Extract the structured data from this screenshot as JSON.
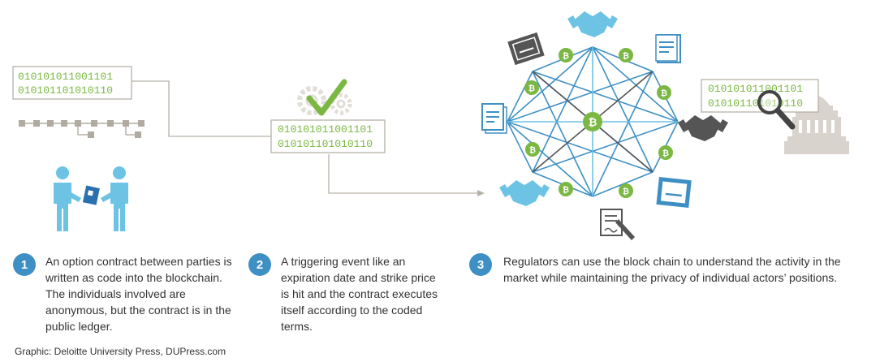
{
  "code_blocks": {
    "left": [
      "010101011001101",
      "010101101010110"
    ],
    "middle": [
      "010101011001101",
      "010101101010110"
    ],
    "right": [
      "010101011001101",
      "010101101010110"
    ]
  },
  "coin_symbol": "₿",
  "colors": {
    "blue": "#3d8fc4",
    "light_blue": "#6cc3e3",
    "green": "#7ab842",
    "gray": "#9a948a",
    "dark_gray": "#555555",
    "frame_gray": "#b7b0a7"
  },
  "icons": {
    "people": "two-people-exchanging-document-icon",
    "gears": "gears-with-check-icon",
    "network": "blockchain-network-icon",
    "government": "government-building-icon",
    "magnifier": "magnifying-glass-icon"
  },
  "steps": [
    {
      "number": "1",
      "text": "An option contract between parties is written as code into the blockchain. The individuals involved are anonymous, but the contract is in the public ledger."
    },
    {
      "number": "2",
      "text": "A triggering event like an expiration date and strike price is hit and the contract executes itself according to the coded terms."
    },
    {
      "number": "3",
      "text": "Regulators can use the block chain to understand the activity in the market while maintaining the privacy of individual actors’ positions."
    }
  ],
  "credit": "Graphic: Deloitte University Press, DUPress.com"
}
